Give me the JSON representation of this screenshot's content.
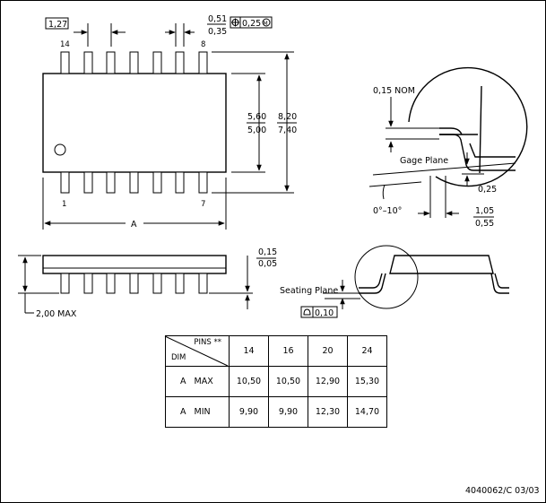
{
  "top_view": {
    "pitch": "1,27",
    "lead_width_max": "0,51",
    "lead_width_min": "0,35",
    "position_tol": "0,25",
    "position_tol_modifier": "M",
    "pin_14": "14",
    "pin_8": "8",
    "pin_1": "1",
    "pin_7": "7",
    "body_width_max": "5,60",
    "body_width_min": "5,00",
    "overall_width_max": "8,20",
    "overall_width_min": "7,40",
    "length_label": "A"
  },
  "detail_view": {
    "nom_thickness": "0,15 NOM",
    "gage_plane": "Gage Plane",
    "gage_offset": "0,25",
    "angle_range": "0°–10°",
    "foot_length_max": "1,05",
    "foot_length_min": "0,55"
  },
  "side_view": {
    "standoff_max": "0,15",
    "standoff_min": "0,05",
    "height_max": "2,00 MAX",
    "seating_plane": "Seating Plane",
    "coplanarity": "0,10"
  },
  "table": {
    "pins_header": "PINS **",
    "dim_header": "DIM",
    "columns": [
      "14",
      "16",
      "20",
      "24"
    ],
    "rows": [
      {
        "label": "A   MAX",
        "values": [
          "10,50",
          "10,50",
          "12,90",
          "15,30"
        ]
      },
      {
        "label": "A   MIN",
        "values": [
          "9,90",
          "9,90",
          "12,30",
          "14,70"
        ]
      }
    ]
  },
  "doc_id": "4040062/C 03/03"
}
